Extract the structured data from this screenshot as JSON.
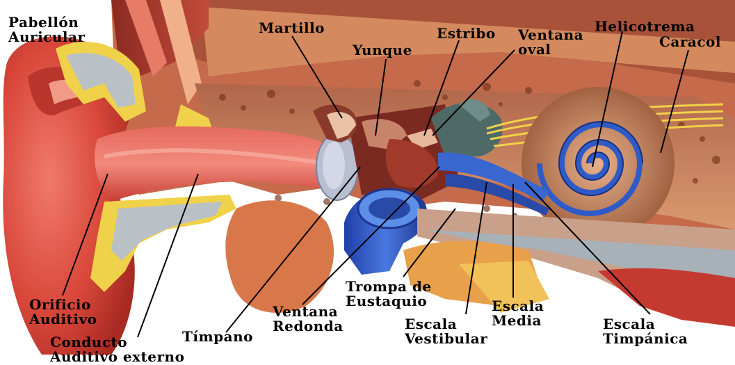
{
  "labels": {
    "pabellon_1": "Pabellón",
    "pabellon_2": "Auricular",
    "martillo": "Martillo",
    "yunque": "Yunque",
    "estribo": "Estribo",
    "ventana_oval_1": "Ventana",
    "ventana_oval_2": "oval",
    "helicotrema": "Helicotrema",
    "caracol": "Caracol",
    "orificio_1": "Orificio",
    "orificio_2": "Auditivo",
    "conducto_1": "Conducto",
    "conducto_2": "Auditivo externo",
    "timpano": "Tímpano",
    "ventana_redonda_1": "Ventana",
    "ventana_redonda_2": "Redonda",
    "trompa_1": "Trompa de",
    "trompa_2": "Eustaquio",
    "escala_vestibular_1": "Escala",
    "escala_vestibular_2": "Vestibular",
    "escala_media_1": "Escala",
    "escala_media_2": "Media",
    "escala_timpanica_1": "Escala",
    "escala_timpanica_2": "Timpánica"
  }
}
